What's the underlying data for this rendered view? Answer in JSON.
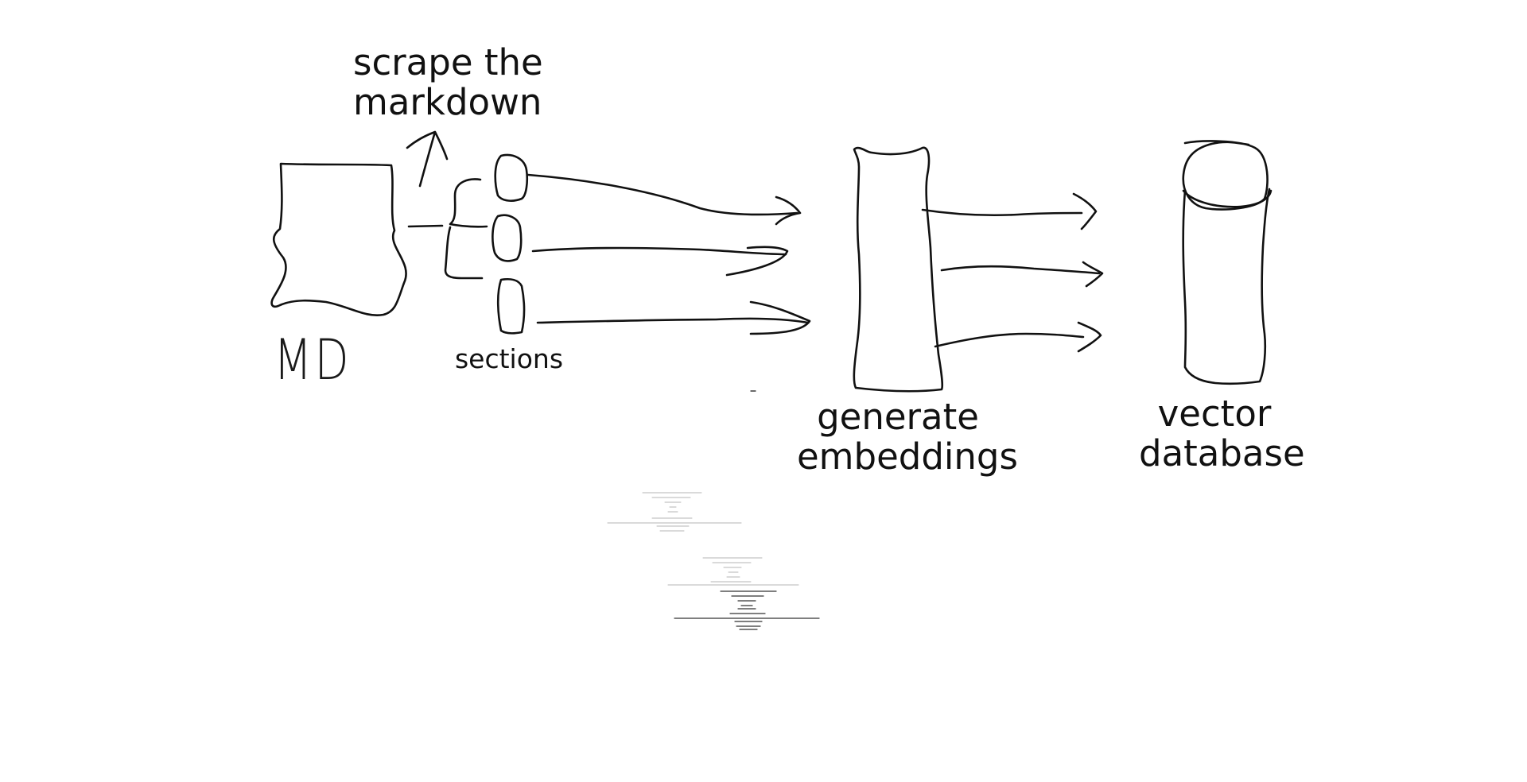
{
  "diagram": {
    "labels": {
      "scrape": [
        "scrape the",
        "markdown"
      ],
      "md": "MD",
      "sections": "sections",
      "embeddings": [
        "generate",
        "embeddings"
      ],
      "database": [
        "vector",
        "database"
      ]
    },
    "colors": {
      "ink": "#111111",
      "background": "#ffffff",
      "faint_artifact": "#b5b5b5"
    }
  }
}
